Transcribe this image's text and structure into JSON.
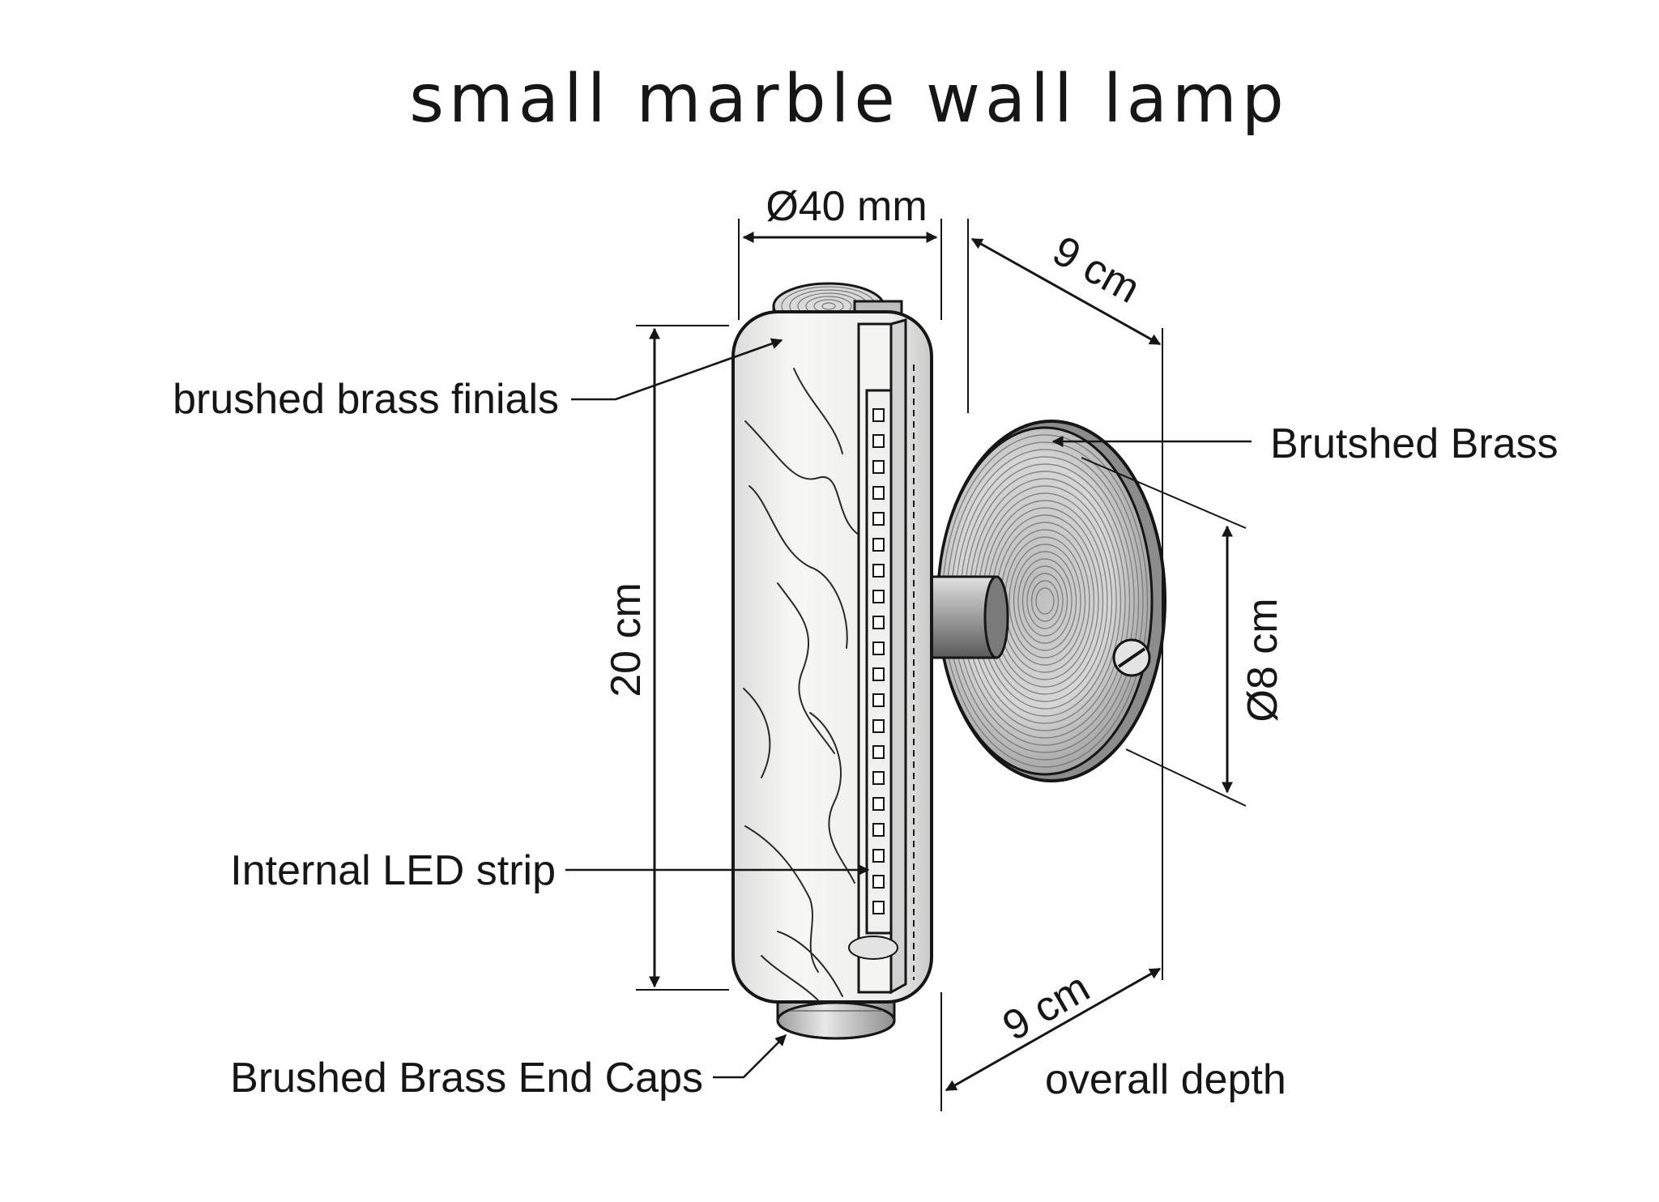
{
  "title": "small marble wall lamp",
  "labels": {
    "finials": "brushed brass finials",
    "led": "Internal LED strip",
    "end_caps": "Brushed Brass End Caps",
    "base": "Brutshed Brass",
    "depth_caption": "overall depth"
  },
  "dimensions": {
    "diameter_tube": "Ø40 mm",
    "top_depth": "9 cm",
    "height": "20 cm",
    "diameter_base": "Ø8 cm",
    "bottom_depth": "9 cm"
  },
  "colors": {
    "ink": "#161616",
    "marble": "#f3f3f1",
    "brass_light": "#e2e2e2",
    "brass_dark": "#8a8a8a"
  }
}
